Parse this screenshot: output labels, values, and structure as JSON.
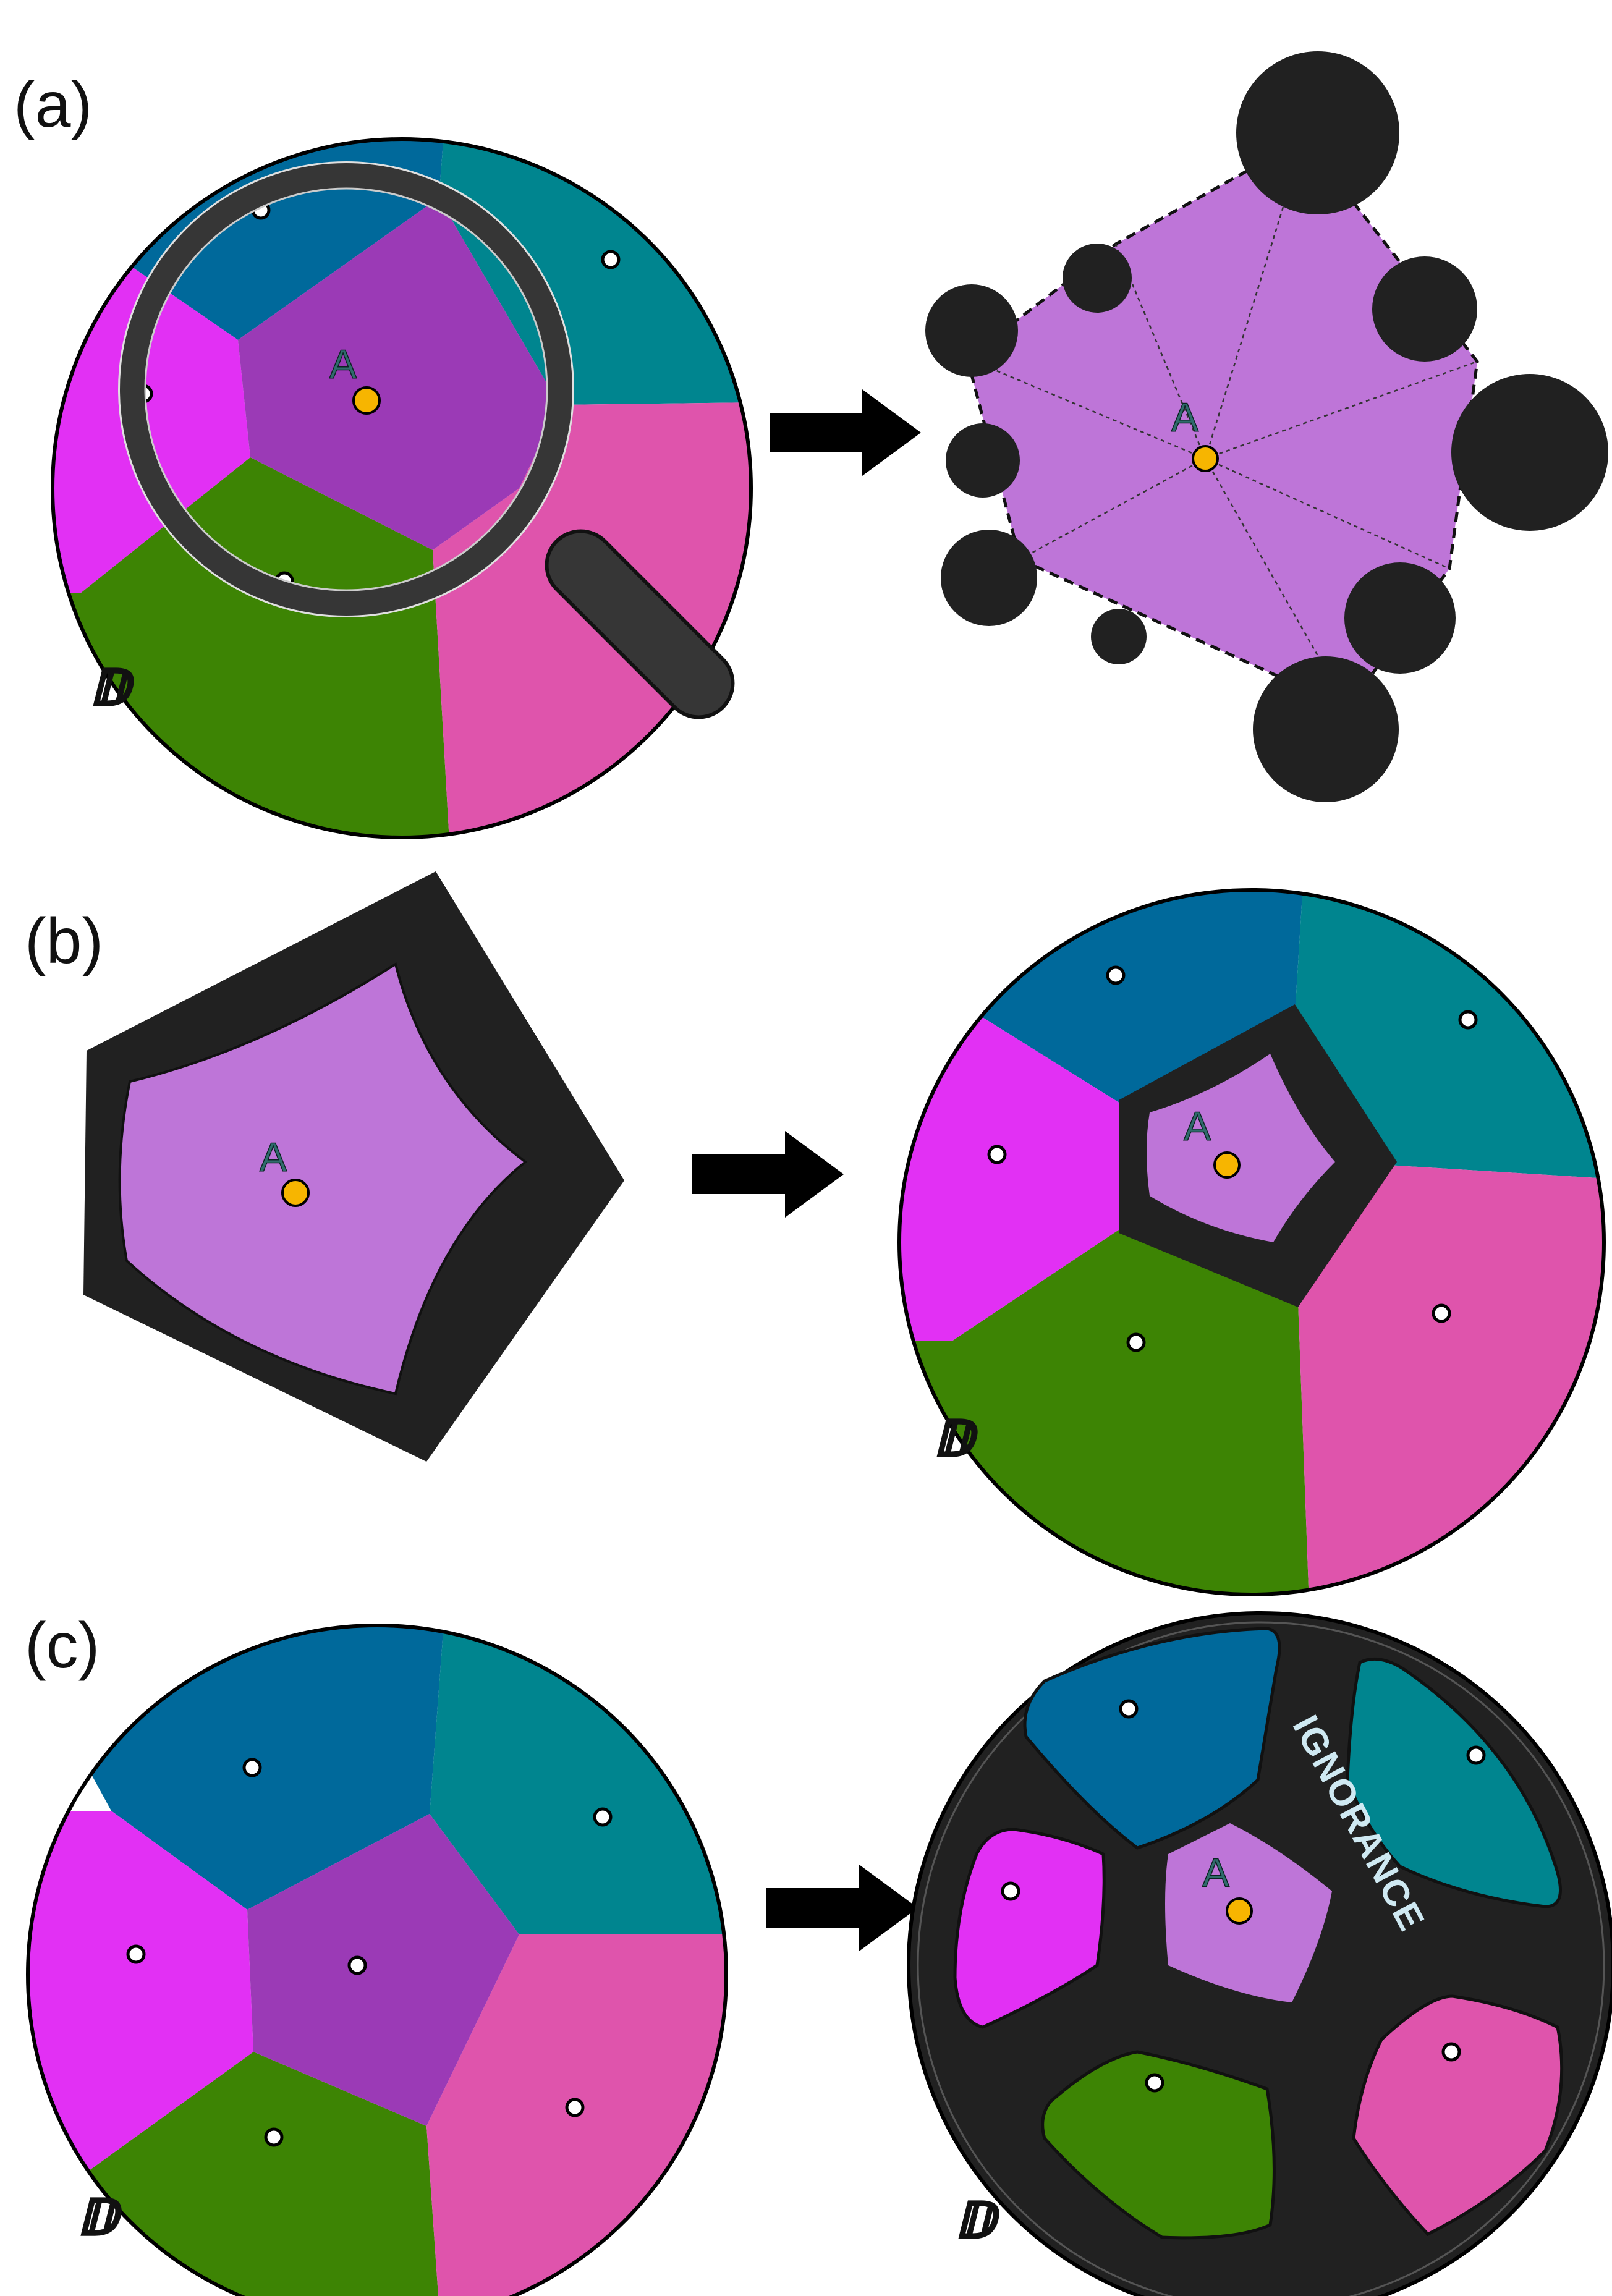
{
  "panels": {
    "a": {
      "label": "(a)"
    },
    "b": {
      "label": "(b)"
    },
    "c": {
      "label": "(c)"
    }
  },
  "site_label": "A",
  "domain_label": "𝔻",
  "ignorance_label": "IGNORANCE",
  "colors": {
    "blue": "#00699b",
    "teal": "#00858f",
    "magenta": "#e230f4",
    "green": "#3d8404",
    "pink": "#df54ac",
    "center_dark": "#9b3ab6",
    "center_light": "#be75d8",
    "black": "#212121",
    "site_marker": "#f7b500",
    "ignorance_text": "#cfe9f2"
  },
  "icons": [
    "magnifying-glass-icon",
    "arrow-right-icon"
  ]
}
